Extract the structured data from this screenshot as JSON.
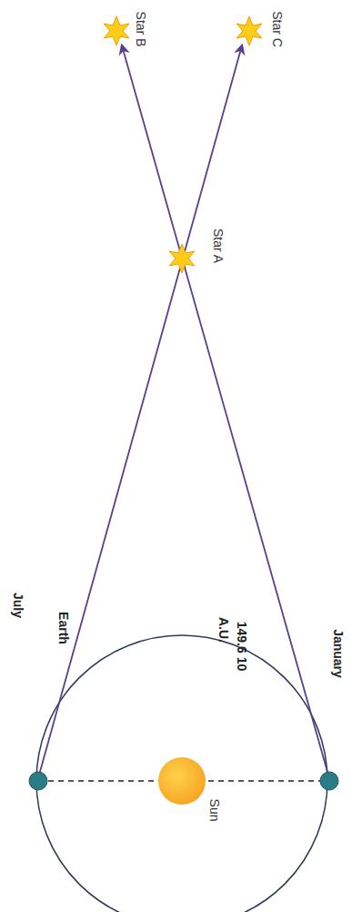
{
  "diagram": {
    "labels": [
      "Star B",
      "Star C",
      "Star A",
      "July",
      "Earth",
      "Sun",
      "A.U.",
      "149.6 10",
      "January"
    ]
  }
}
